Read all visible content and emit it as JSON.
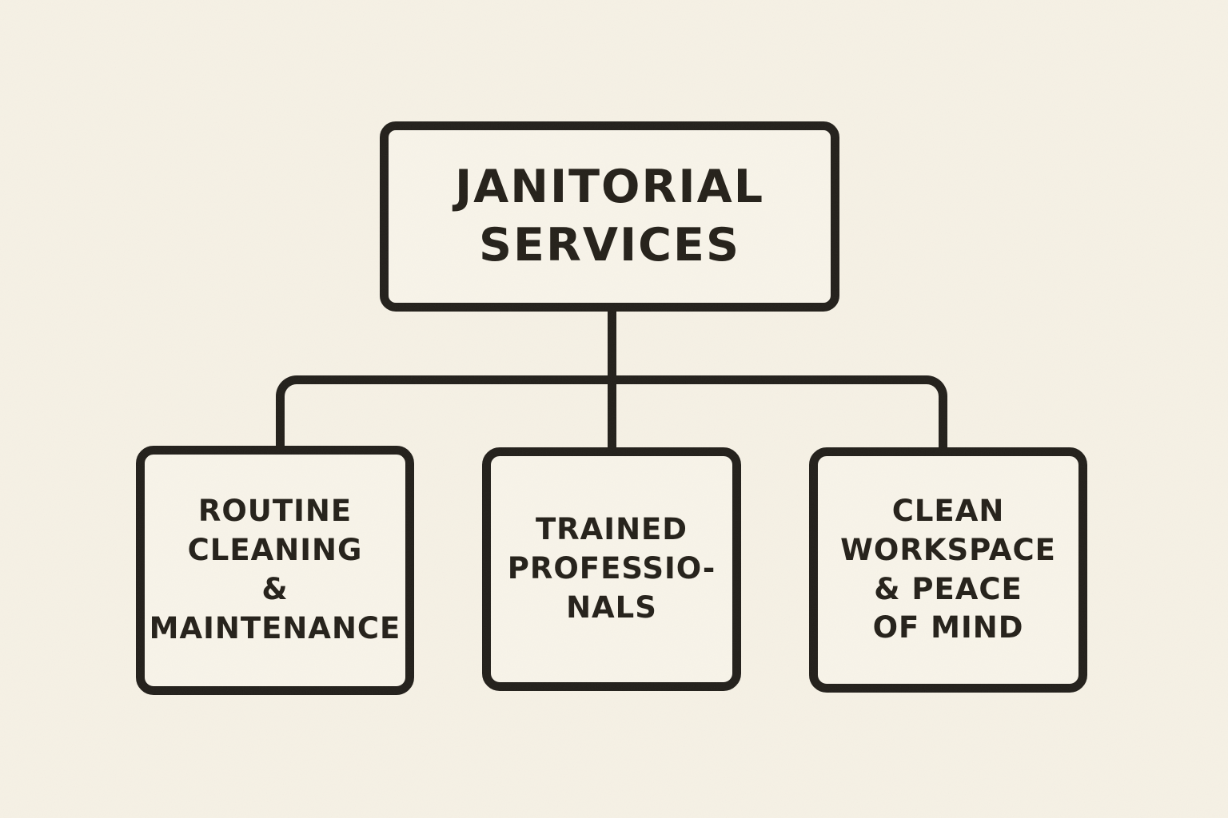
{
  "diagram": {
    "title": "Janitorial services flowchart",
    "background_color": "#f6f1e5",
    "ink_color": "#221f1a",
    "root": {
      "id": "janitorial-services",
      "label": "JANITORIAL\nSERVICES"
    },
    "children": [
      {
        "id": "routine-cleaning-maintenance",
        "label": "ROUTINE\nCLEANING\n&\nMAINTENANCE"
      },
      {
        "id": "trained-professionals",
        "label": "TRAINED\nPROFESSIO-\nNALS"
      },
      {
        "id": "clean-workspace-peace-of-mind",
        "label": "CLEAN\nWORKSPACE\n& PEACE\nOF MIND"
      }
    ]
  }
}
